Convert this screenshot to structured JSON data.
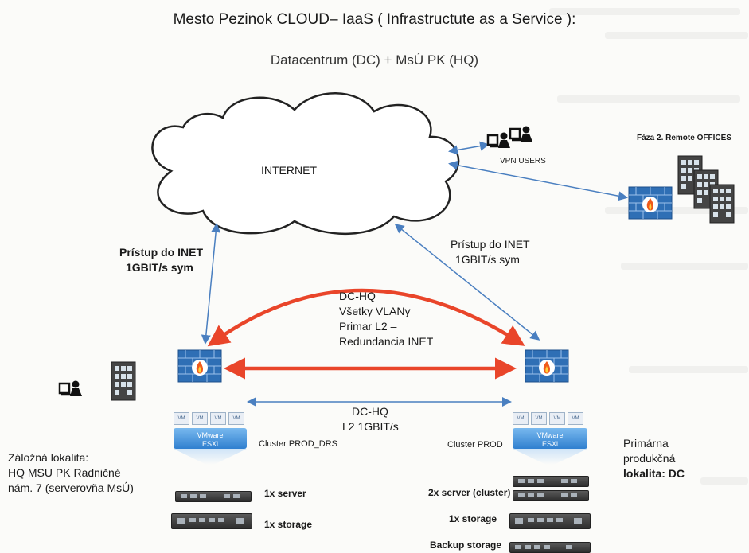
{
  "title": "Mesto Pezinok CLOUD– IaaS ( Infrastructute as a Service ):",
  "subtitle": "Datacentrum (DC) + MsÚ PK (HQ)",
  "internet_label": "INTERNET",
  "vpn_users_label": "VPN USERS",
  "remote_offices_label": "Fáza 2. Remote OFFICES",
  "left_link_label": [
    "Prístup do INET",
    "1GBIT/s sym"
  ],
  "right_link_label": [
    "Prístup do INET",
    "1GBIT/s sym"
  ],
  "dc_hq_main": [
    "DC-HQ",
    "Všetky VLANy",
    "Primar L2 –",
    "Redundancia INET"
  ],
  "dc_hq_l2": [
    "DC-HQ",
    "L2 1GBIT/s"
  ],
  "left_site": {
    "cluster_label": "Cluster PROD_DRS",
    "vm_tags": [
      "VM",
      "VM",
      "VM",
      "VM"
    ],
    "esxi_label": [
      "VMware",
      "ESXi"
    ],
    "location_lines": [
      "Záložná lokalita:",
      "HQ MSU PK Radničné",
      "nám. 7 (serverovňa MsÚ)"
    ],
    "server_label": "1x server",
    "storage_label": "1x storage"
  },
  "right_site": {
    "cluster_label": "Cluster PROD",
    "vm_tags": [
      "VM",
      "VM",
      "VM",
      "VM"
    ],
    "esxi_label": [
      "VMware",
      "ESXi"
    ],
    "location_lines": [
      "Primárna",
      "produkčná",
      "lokalita: DC"
    ],
    "server_label": "2x server (cluster)",
    "storage_label": "1x storage",
    "backup_label": "Backup storage"
  },
  "colors": {
    "blue_arrow": "#4a7fc0",
    "red_arrow": "#e9452a",
    "firewall": "#2f6fb5",
    "cloud_stroke": "#222222"
  }
}
